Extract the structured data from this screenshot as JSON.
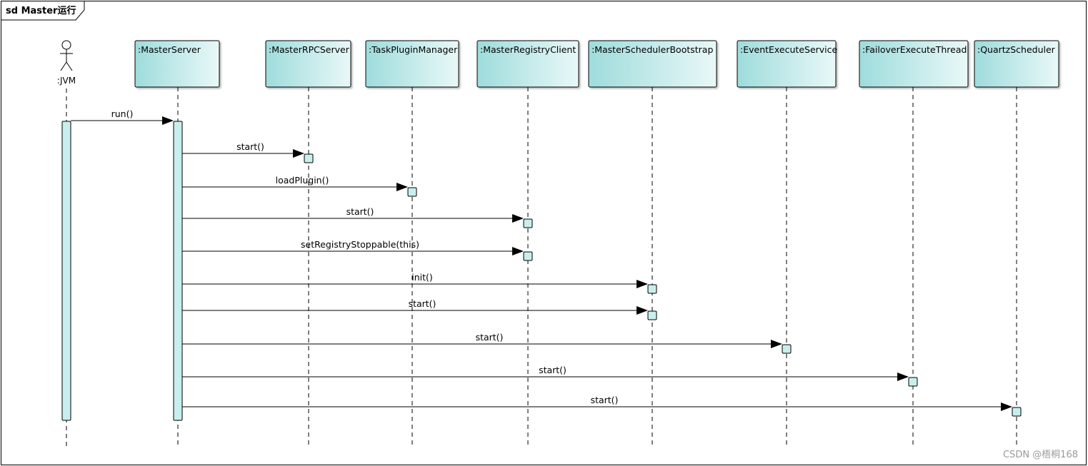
{
  "frame": {
    "label": "sd Master运行"
  },
  "actor": {
    "name": ":JVM"
  },
  "lifelines": [
    {
      "id": "masterserver",
      "name": ":MasterServer"
    },
    {
      "id": "masterrpcserver",
      "name": ":MasterRPCServer"
    },
    {
      "id": "taskpluginmanager",
      "name": ":TaskPluginManager"
    },
    {
      "id": "masterregistryclient",
      "name": ":MasterRegistryClient"
    },
    {
      "id": "masterschedulerbootstrap",
      "name": ":MasterSchedulerBootstrap"
    },
    {
      "id": "eventexecuteservice",
      "name": ":EventExecuteService"
    },
    {
      "id": "failoverexecutethread",
      "name": ":FailoverExecuteThread"
    },
    {
      "id": "quartzscheduler",
      "name": ":QuartzScheduler"
    }
  ],
  "messages": [
    {
      "from": "jvm",
      "to": "masterserver",
      "label": "run()"
    },
    {
      "from": "masterserver",
      "to": "masterrpcserver",
      "label": "start()"
    },
    {
      "from": "masterserver",
      "to": "taskpluginmanager",
      "label": "loadPlugin()"
    },
    {
      "from": "masterserver",
      "to": "masterregistryclient",
      "label": "start()"
    },
    {
      "from": "masterserver",
      "to": "masterregistryclient",
      "label": "setRegistryStoppable(this)"
    },
    {
      "from": "masterserver",
      "to": "masterschedulerbootstrap",
      "label": "init()"
    },
    {
      "from": "masterserver",
      "to": "masterschedulerbootstrap",
      "label": "start()"
    },
    {
      "from": "masterserver",
      "to": "eventexecuteservice",
      "label": "start()"
    },
    {
      "from": "masterserver",
      "to": "failoverexecutethread",
      "label": "start()"
    },
    {
      "from": "masterserver",
      "to": "quartzscheduler",
      "label": "start()"
    }
  ],
  "watermark": "CSDN @梧桐168",
  "colors": {
    "box_fill_left": "#9fdcdc",
    "box_fill_right": "#e6f7f7",
    "activation": "#c8eeee",
    "line": "#000000"
  }
}
